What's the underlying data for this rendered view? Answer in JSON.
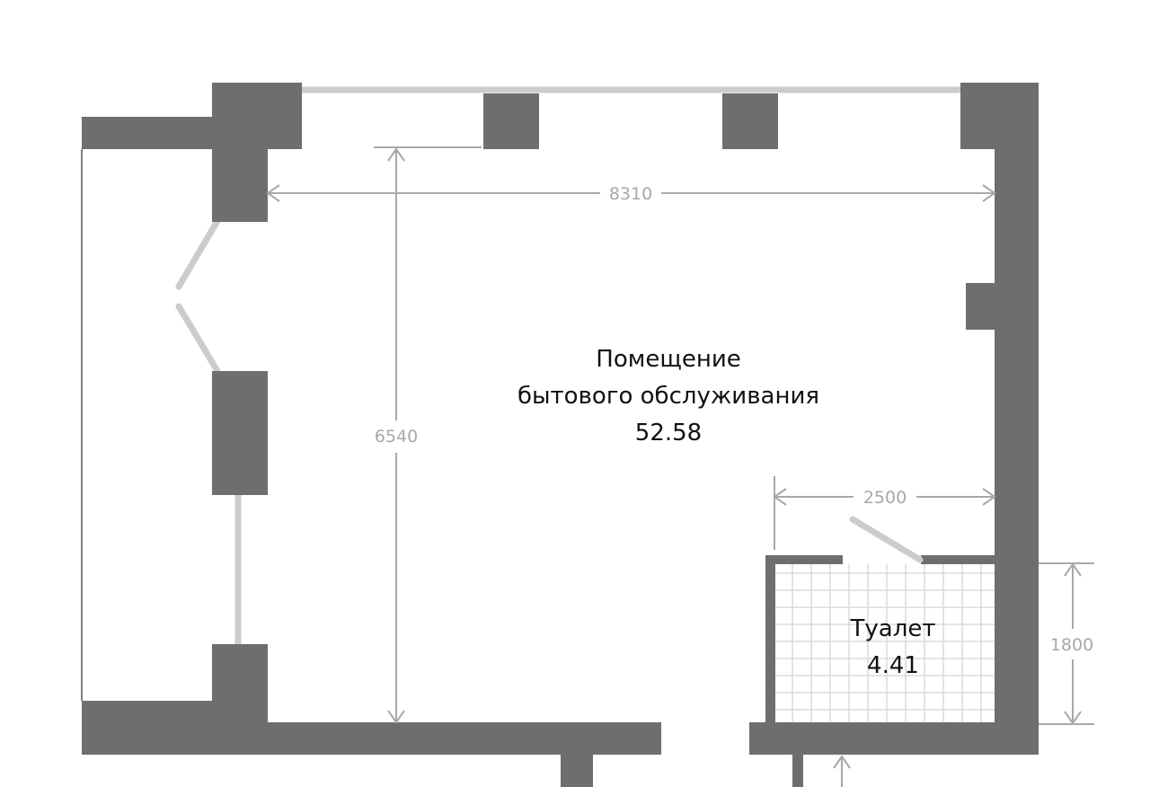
{
  "colors": {
    "wall": "#6e6e6e",
    "window": "#cccccc",
    "dimension": "#a8a8a8",
    "tile_grid": "#d4d4d4",
    "text": "#111111"
  },
  "rooms": {
    "main": {
      "name_line1": "Помещение",
      "name_line2": "бытового обслуживания",
      "area": "52.58"
    },
    "toilet": {
      "name": "Туалет",
      "area": "4.41"
    }
  },
  "dimensions": {
    "width_main": "8310",
    "height_main": "6540",
    "width_toilet": "2500",
    "height_toilet": "1800"
  }
}
